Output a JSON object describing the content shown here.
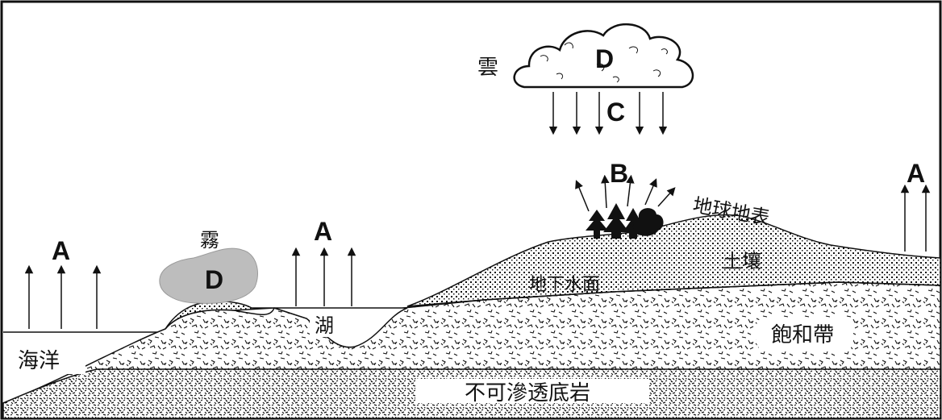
{
  "labels": {
    "cloud": "雲",
    "fog": "霧",
    "lake": "湖",
    "ocean": "海洋",
    "earth_surface": "地球地表",
    "soil": "土壤",
    "water_table": "地下水面",
    "saturated_zone": "飽和帶",
    "bedrock": "不可滲透底岩"
  },
  "letters": {
    "evaporation_ocean": "A",
    "evaporation_lake": "A",
    "evaporation_right": "A",
    "transpiration": "B",
    "precipitation": "C",
    "condensation_cloud": "D",
    "condensation_fog": "D"
  },
  "colors": {
    "ink": "#111111",
    "fog_fill": "#bdbdbd",
    "background": "#ffffff"
  }
}
